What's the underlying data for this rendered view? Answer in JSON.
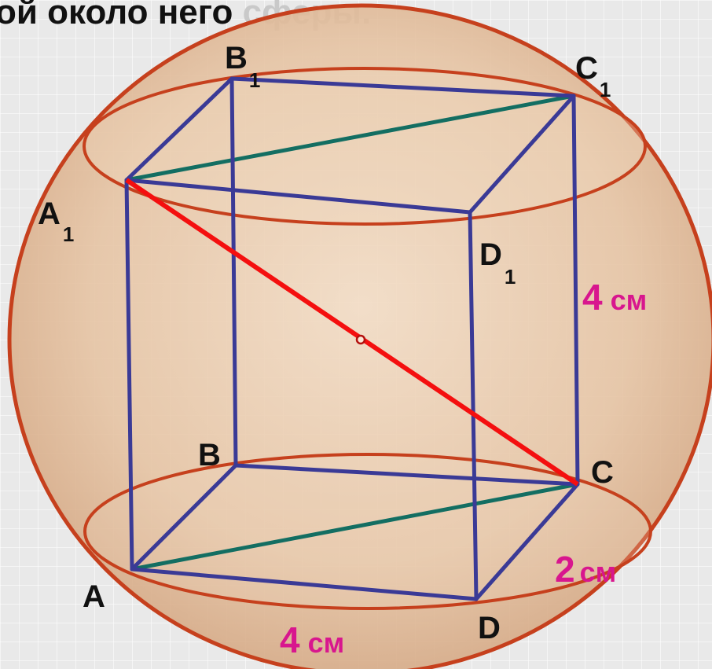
{
  "title": {
    "part1": "ой около него ",
    "part2": "сферы."
  },
  "colors": {
    "sphere_fill": "#e7c7a8",
    "sphere_stroke": "#c6401d",
    "edge": "#3a3a96",
    "face_diagonal": "#136e62",
    "space_diagonal": "#f40f0f",
    "dimension_label": "#d8168e",
    "title_faded": "#c9c9c9"
  },
  "vertices": {
    "A": {
      "letter": "A",
      "sub": ""
    },
    "B": {
      "letter": "B",
      "sub": ""
    },
    "C": {
      "letter": "C",
      "sub": ""
    },
    "D": {
      "letter": "D",
      "sub": ""
    },
    "A1": {
      "letter": "A",
      "sub": "1"
    },
    "B1": {
      "letter": "B",
      "sub": "1"
    },
    "C1": {
      "letter": "C",
      "sub": "1"
    },
    "D1": {
      "letter": "D",
      "sub": "1"
    }
  },
  "dimensions": {
    "height": {
      "value": "4",
      "unit": "см"
    },
    "width": {
      "value": "2",
      "unit": "см"
    },
    "length": {
      "value": "4",
      "unit": "см"
    }
  }
}
